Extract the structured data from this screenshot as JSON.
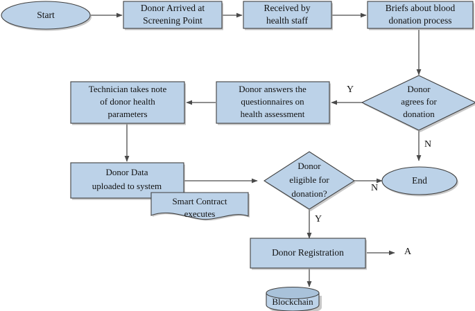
{
  "diagram": {
    "title": "Blood donation process flowchart",
    "type": "flowchart",
    "colors": {
      "shape_fill": "#bcd2e8",
      "shape_stroke": "#3f3f3f",
      "edge_stroke": "#4a4a4a",
      "text": "#111111",
      "background": "#ffffff"
    },
    "nodes": [
      {
        "id": "start",
        "shape": "ellipse",
        "lines": [
          "Start"
        ]
      },
      {
        "id": "arrived",
        "shape": "rect",
        "lines": [
          "Donor Arrived at",
          "Screening Point"
        ]
      },
      {
        "id": "received",
        "shape": "rect",
        "lines": [
          "Received by",
          "health staff"
        ]
      },
      {
        "id": "briefs",
        "shape": "rect",
        "lines": [
          "Briefs about blood",
          "donation process"
        ]
      },
      {
        "id": "agrees",
        "shape": "diamond",
        "lines": [
          "Donor",
          "agrees for",
          "donation"
        ]
      },
      {
        "id": "questionnaire",
        "shape": "rect",
        "lines": [
          "Donor answers the",
          "questionnaires on",
          "health assessment"
        ]
      },
      {
        "id": "technician",
        "shape": "rect",
        "lines": [
          "Technician takes note",
          "of donor health",
          "parameters"
        ]
      },
      {
        "id": "upload",
        "shape": "rect",
        "lines": [
          "Donor Data",
          "uploaded to system"
        ]
      },
      {
        "id": "smart",
        "shape": "document",
        "lines": [
          "Smart Contract",
          "executes"
        ]
      },
      {
        "id": "eligible",
        "shape": "diamond",
        "lines": [
          "Donor",
          "eligible for",
          "donation?"
        ]
      },
      {
        "id": "end",
        "shape": "ellipse",
        "lines": [
          "End"
        ]
      },
      {
        "id": "registration",
        "shape": "rect",
        "lines": [
          "Donor Registration"
        ]
      },
      {
        "id": "blockchain",
        "shape": "cylinder",
        "lines": [
          "Blockchain"
        ]
      }
    ],
    "edge_labels": {
      "agrees_yes": "Y",
      "agrees_no": "N",
      "eligible_no": "N",
      "eligible_yes": "Y",
      "connector_a": "A"
    },
    "edges": [
      {
        "from": "start",
        "to": "arrived",
        "label": ""
      },
      {
        "from": "arrived",
        "to": "received",
        "label": ""
      },
      {
        "from": "received",
        "to": "briefs",
        "label": ""
      },
      {
        "from": "briefs",
        "to": "agrees",
        "label": ""
      },
      {
        "from": "agrees",
        "to": "questionnaire",
        "label": "Y"
      },
      {
        "from": "agrees",
        "to": "end",
        "label": "N"
      },
      {
        "from": "questionnaire",
        "to": "technician",
        "label": ""
      },
      {
        "from": "technician",
        "to": "upload",
        "label": ""
      },
      {
        "from": "upload",
        "to": "eligible",
        "label": ""
      },
      {
        "from": "eligible",
        "to": "end",
        "label": "N"
      },
      {
        "from": "eligible",
        "to": "registration",
        "label": "Y"
      },
      {
        "from": "registration",
        "to": "blockchain",
        "label": ""
      },
      {
        "from": "registration",
        "to": "connector-a",
        "label": "A"
      }
    ]
  }
}
